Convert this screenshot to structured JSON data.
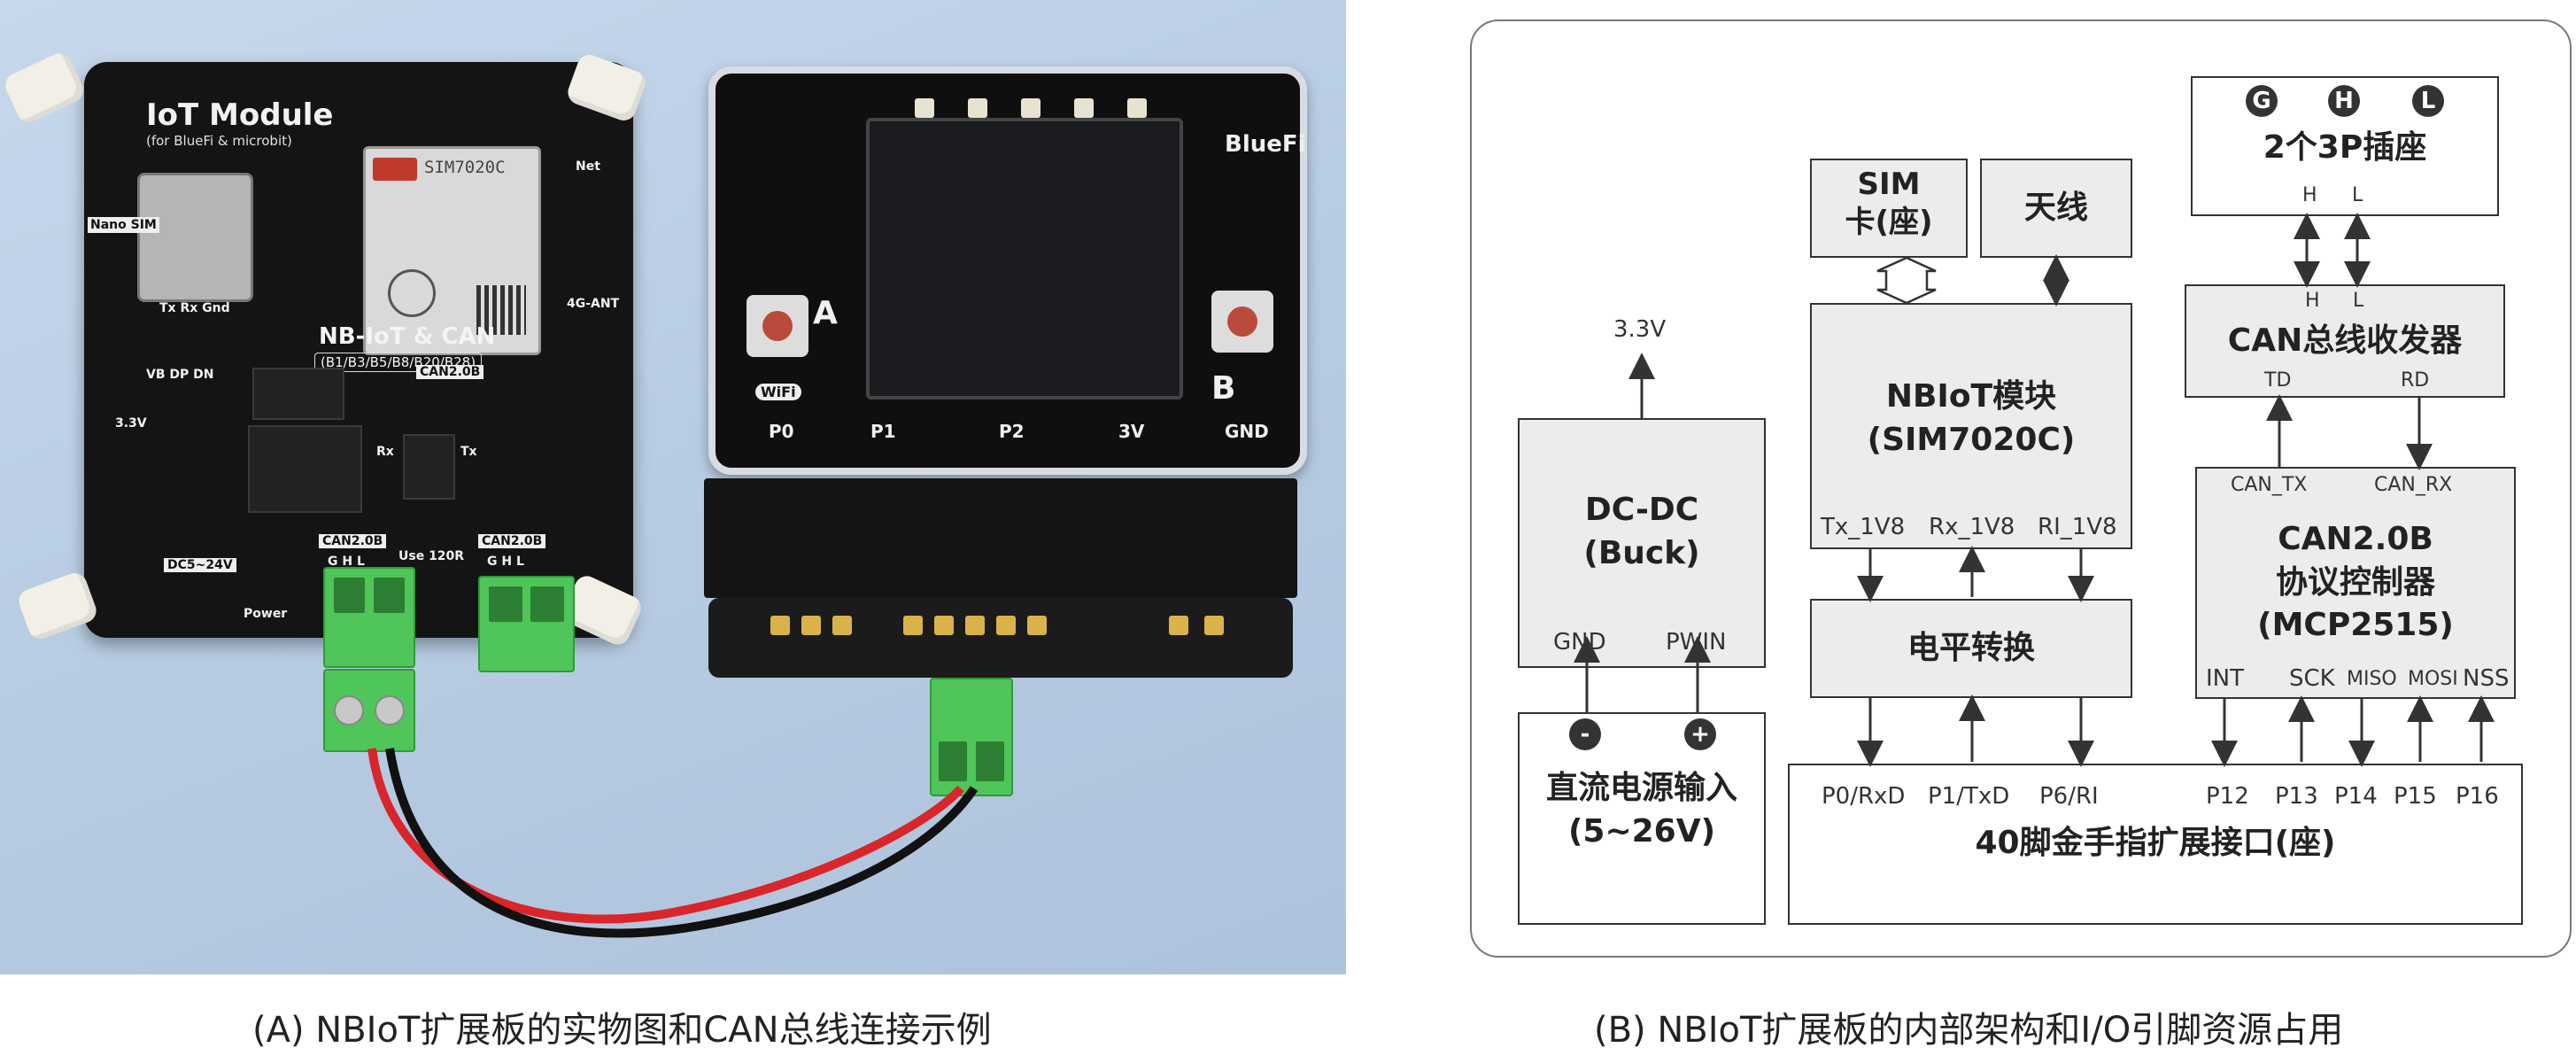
{
  "photo": {
    "board_title": "IoT Module",
    "board_subtitle": "(for BlueFi & microbit)",
    "sim_model": "SIM7020C",
    "nano_sim": "Nano SIM",
    "net": "Net",
    "ant": "4G-ANT",
    "nb_title": "NB-IoT & CAN",
    "bands": "(B1/B3/B5/B8/B20/B28)",
    "can_label_1": "CAN2.0B",
    "can_label_2": "CAN2.0B",
    "can_label_3": "CAN2.0B",
    "ghl_1": "G H L",
    "ghl_2": "G H L",
    "use120r": "Use 120R",
    "power": "Power",
    "dc": "DC5~24V",
    "txrxgnd": "Tx Rx Gnd",
    "vb_dp_dn": "VB DP DN",
    "v33": "3.3V",
    "rx": "Rx",
    "tx": "Tx",
    "bluefi_logo": "BlueFi",
    "wifi": "WiFi",
    "btn_a": "A",
    "btn_b": "B",
    "bf_p0": "P0",
    "bf_p1": "P1",
    "bf_p2": "P2",
    "bf_3v": "3V",
    "bf_gnd": "GND"
  },
  "diagram": {
    "sim_box": "SIM\n卡(座)",
    "antenna_box": "天线",
    "conn3p_box": "2个3P插座",
    "conn3p_g": "G",
    "conn3p_h": "H",
    "conn3p_l": "L",
    "conn3p_pin_h": "H",
    "conn3p_pin_l": "L",
    "transceiver_box": "CAN总线收发器",
    "transceiver_h": "H",
    "transceiver_l": "L",
    "transceiver_td": "TD",
    "transceiver_rd": "RD",
    "nbiot_box": "NBIoT模块\n(SIM7020C)",
    "nbiot_tx": "Tx_1V8",
    "nbiot_rx": "Rx_1V8",
    "nbiot_ri": "RI_1V8",
    "dcdc_box": "DC-DC\n(Buck)",
    "dcdc_out": "3.3V",
    "dcdc_gnd": "GND",
    "dcdc_pwin": "PWIN",
    "level_box": "电平转换",
    "ctrl_box": "CAN2.0B\n协议控制器\n(MCP2515)",
    "ctrl_can_tx": "CAN_TX",
    "ctrl_can_rx": "CAN_RX",
    "ctrl_int": "INT",
    "ctrl_sck": "SCK",
    "ctrl_miso": "MISO",
    "ctrl_mosi": "MOSI",
    "ctrl_nss": "NSS",
    "dcin_box": "直流电源输入\n(5~26V)",
    "dcin_minus": "-",
    "dcin_plus": "+",
    "edge_box": "40脚金手指扩展接口(座)",
    "edge_p0": "P0/RxD",
    "edge_p1": "P1/TxD",
    "edge_p6": "P6/RI",
    "edge_p12": "P12",
    "edge_p13": "P13",
    "edge_p14": "P14",
    "edge_p15": "P15",
    "edge_p16": "P16"
  },
  "captions": {
    "left": "(A)  NBIoT扩展板的实物图和CAN总线连接示例",
    "right": "(B)  NBIoT扩展板的内部架构和I/O引脚资源占用"
  },
  "colors": {
    "box_fill": "#ececec",
    "stroke": "#333333",
    "pcb": "#141414",
    "terminal_green": "#4fc55a",
    "wire_red": "#d8262a",
    "wire_black": "#111111"
  }
}
